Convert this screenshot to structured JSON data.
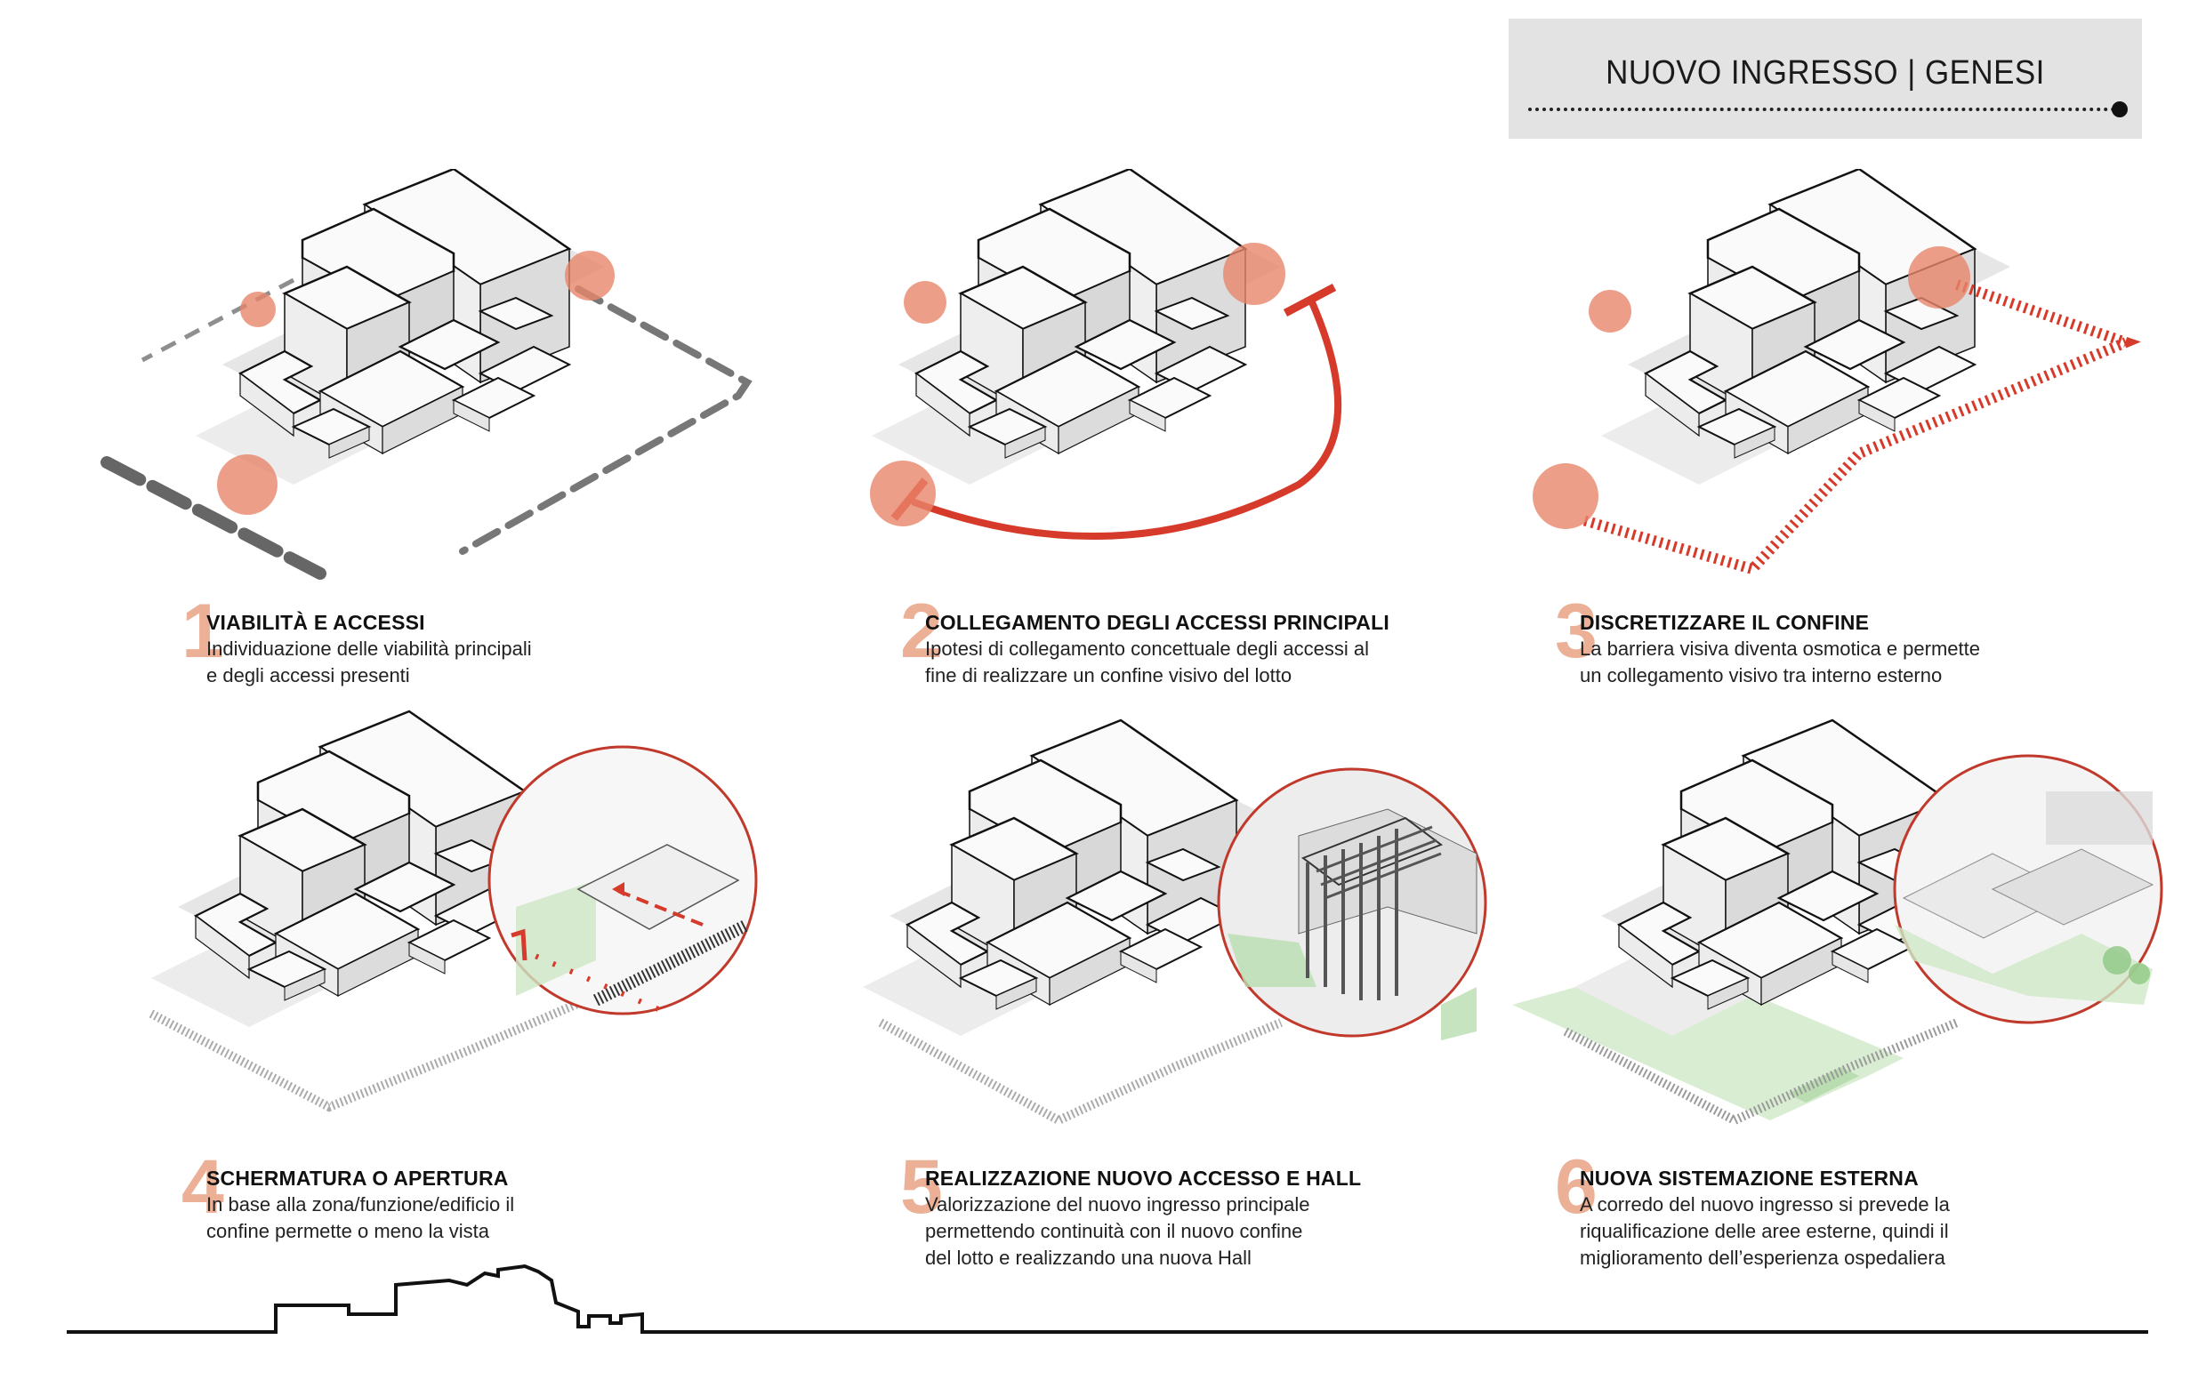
{
  "header": {
    "title": "NUOVO INGRESSO | GENESI"
  },
  "colors": {
    "accent_red": "#d63a2a",
    "accent_orange": "#e8866a",
    "number_color": "#e9a88a",
    "building_fill": "#f2f2f2",
    "green": "#b9ddb0"
  },
  "steps": [
    {
      "number": "1",
      "title": "VIABILITÀ E ACCESSI",
      "body": "Individuazione delle viabilità principali e degli accessi presenti",
      "body_lines": [
        "Individuazione delle viabilità principali",
        "e degli accessi presenti"
      ]
    },
    {
      "number": "2",
      "title": "COLLEGAMENTO DEGLI ACCESSI PRINCIPALI",
      "body_lines": [
        "Ipotesi di collegamento concettuale degli accessi al",
        "fine di realizzare un confine visivo del lotto"
      ]
    },
    {
      "number": "3",
      "title": "DISCRETIZZARE IL CONFINE",
      "body_lines": [
        "La barriera visiva diventa osmotica e permette",
        "un collegamento visivo tra interno esterno"
      ]
    },
    {
      "number": "4",
      "title": "SCHERMATURA O APERTURA",
      "body_lines": [
        "In base alla zona/funzione/edificio il",
        "confine permette o meno la vista"
      ]
    },
    {
      "number": "5",
      "title": "REALIZZAZIONE NUOVO ACCESSO E HALL",
      "body_lines": [
        "Valorizzazione del nuovo ingresso principale",
        "permettendo continuità con il nuovo confine",
        "del lotto e realizzando una nuova Hall"
      ]
    },
    {
      "number": "6",
      "title": "NUOVA SISTEMAZIONE ESTERNA",
      "body_lines": [
        "A corredo del nuovo ingresso si prevede la",
        "riqualificazione delle aree esterne, quindi il",
        "miglioramento dell’esperienza ospedaliera"
      ]
    }
  ]
}
